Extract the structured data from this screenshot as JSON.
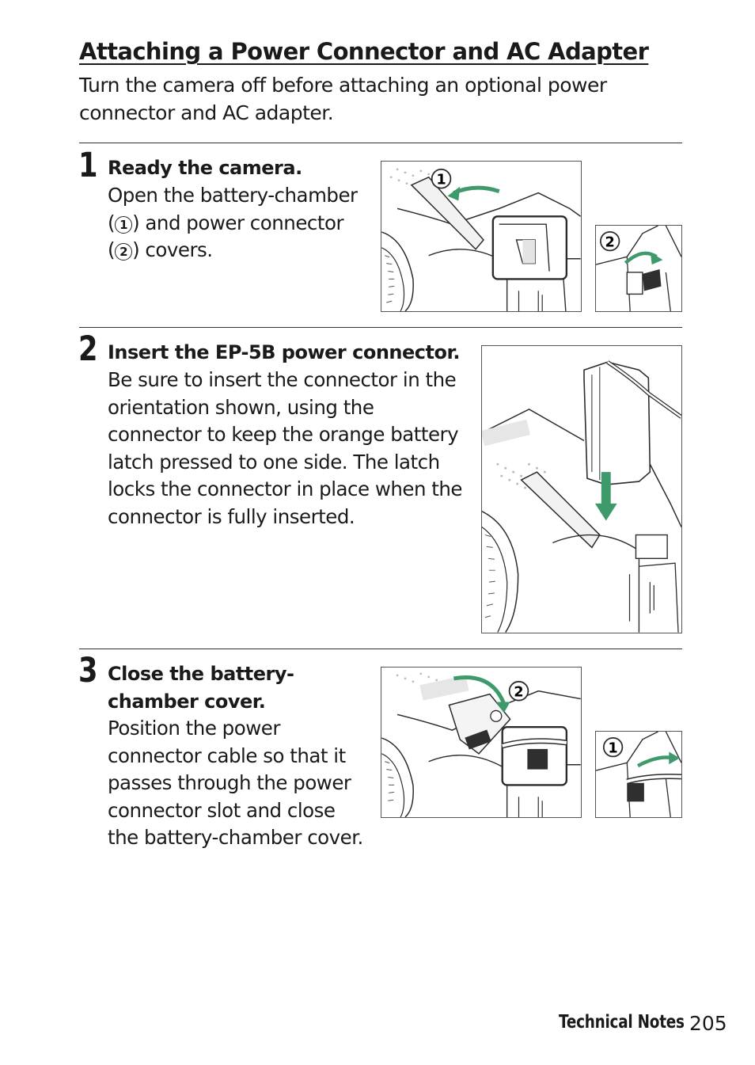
{
  "heading": "Attaching a Power Connector and AC Adapter",
  "intro": "Turn the camera off before attaching an optional power connector and AC adapter.",
  "steps": [
    {
      "number": "1",
      "title": "Ready the camera.",
      "body_a": "Open the battery-chamber",
      "body_b": "(",
      "marker_1": "1",
      "body_c": ") and power connector",
      "body_d": "(",
      "marker_2": "2",
      "body_e": ") covers."
    },
    {
      "number": "2",
      "title": "Insert the EP-5B power connector.",
      "body": "Be sure to insert the connector in the orientation shown, using the connector to keep the orange battery latch pressed to one side.  The latch locks the connector in place when the connector is fully inserted."
    },
    {
      "number": "3",
      "title_a": "Close the battery-",
      "title_b": "chamber cover.",
      "body": "Position the power connector cable so that it passes through the power connector slot and close the battery-chamber cover."
    }
  ],
  "figure_markers": {
    "step1_main": "1",
    "step1_side": "2",
    "step3_main": "2",
    "step3_side": "1"
  },
  "colors": {
    "arrow_green": "#3f9a6b",
    "line": "#2b2b2b",
    "shade": "#e9e9e9"
  },
  "footer": {
    "section": "Technical Notes",
    "page": "205"
  }
}
